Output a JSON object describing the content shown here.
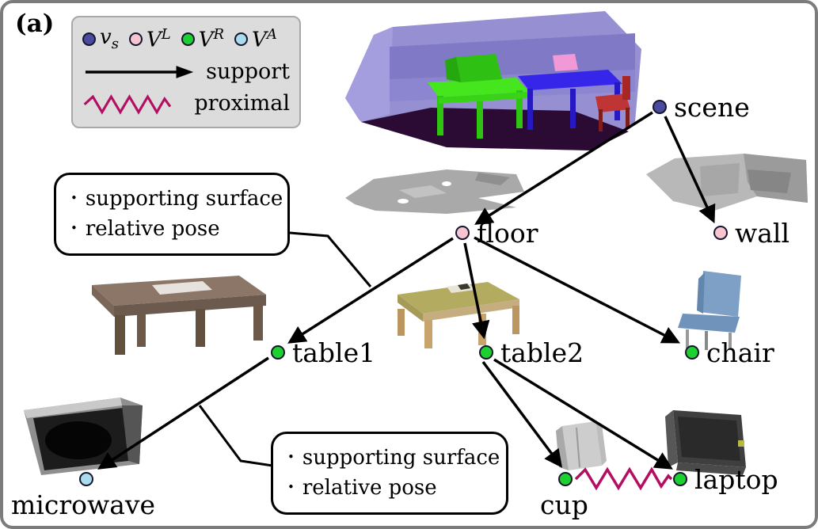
{
  "figure": {
    "panel_label": "(a)"
  },
  "legend": {
    "node_types": [
      {
        "base": "v",
        "script": "s",
        "color": "#4a4a9e"
      },
      {
        "base": "V",
        "script": "L",
        "color": "#f6c5cf"
      },
      {
        "base": "V",
        "script": "R",
        "color": "#1dd032"
      },
      {
        "base": "V",
        "script": "A",
        "color": "#a9dcec"
      }
    ],
    "edges": [
      {
        "label": "support",
        "color": "#000000"
      },
      {
        "label": "proximal",
        "color": "#b40e62"
      }
    ]
  },
  "graph": {
    "nodes": [
      {
        "id": "scene",
        "label": "scene",
        "type_color": "#4a4a9e"
      },
      {
        "id": "floor",
        "label": "floor",
        "type_color": "#f6c5cf"
      },
      {
        "id": "wall",
        "label": "wall",
        "type_color": "#f6c5cf"
      },
      {
        "id": "table1",
        "label": "table1",
        "type_color": "#1dd032"
      },
      {
        "id": "table2",
        "label": "table2",
        "type_color": "#1dd032"
      },
      {
        "id": "chair",
        "label": "chair",
        "type_color": "#1dd032"
      },
      {
        "id": "microwave",
        "label": "microwave",
        "type_color": "#a9dcec"
      },
      {
        "id": "cup",
        "label": "cup",
        "type_color": "#1dd032"
      },
      {
        "id": "laptop",
        "label": "laptop",
        "type_color": "#1dd032"
      }
    ],
    "support_edges": [
      {
        "from": "scene",
        "to": "floor"
      },
      {
        "from": "scene",
        "to": "wall"
      },
      {
        "from": "floor",
        "to": "table1"
      },
      {
        "from": "floor",
        "to": "table2"
      },
      {
        "from": "floor",
        "to": "chair"
      },
      {
        "from": "table1",
        "to": "microwave"
      },
      {
        "from": "table2",
        "to": "cup"
      },
      {
        "from": "table2",
        "to": "laptop"
      }
    ],
    "proximal_edges": [
      {
        "a": "cup",
        "b": "laptop"
      }
    ]
  },
  "callouts": [
    {
      "bullet": "•",
      "items": [
        "supporting surface",
        "relative pose"
      ]
    },
    {
      "bullet": "•",
      "items": [
        "supporting surface",
        "relative pose"
      ]
    }
  ]
}
